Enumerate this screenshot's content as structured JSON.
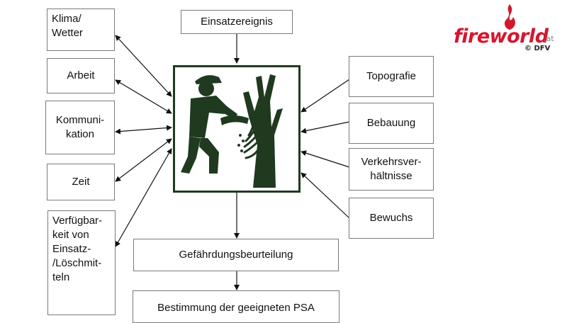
{
  "boxes": {
    "event": "Einsatzereignis",
    "climate": "Klima/\nWetter",
    "work": "Arbeit",
    "communication": "Kommuni-\nkation",
    "time": "Zeit",
    "resources": "Verfügbar-\nkeit von\nEinsatz-\n/Löschmit-\nteln",
    "topography": "Topografie",
    "buildings": "Bebauung",
    "traffic": "Verkehrsver-\nhältnisse",
    "vegetation": "Bewuchs",
    "assessment": "Gefährdungsbeurteilung",
    "ppe": "Bestimmung der geeigneten PSA"
  },
  "pictogram": {
    "icon": "firefighter-extinguishing-tree-fire-icon",
    "color": "#1f3a1f"
  },
  "logo": {
    "brand": "fireworld",
    "tld": ".at",
    "copyright": "© DFV",
    "brand_color": "#d3172e"
  }
}
